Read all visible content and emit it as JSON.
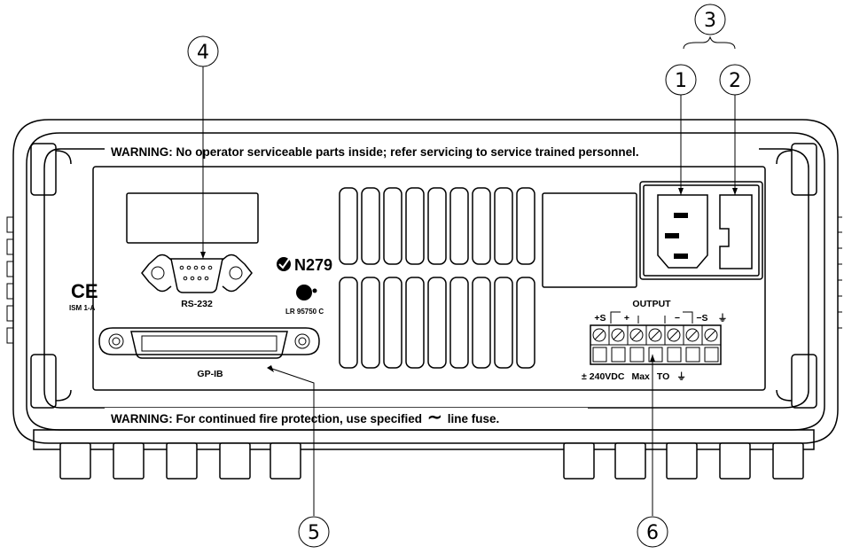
{
  "warnings": {
    "top": "WARNING: No operator serviceable parts inside; refer servicing to service trained personnel.",
    "bottom_prefix": "WARNING: For continued fire protection, use specified",
    "bottom_symbol": "∼",
    "bottom_suffix": "line fuse."
  },
  "callouts": [
    "1",
    "2",
    "3",
    "4",
    "5",
    "6"
  ],
  "ports": {
    "rs232": "RS-232",
    "gpib": "GP-IB"
  },
  "certifications": {
    "ce_mark": "CE",
    "ism": "ISM 1-A",
    "ctick_code": "N279",
    "csa_code": "LR 95750 C"
  },
  "terminals": {
    "output_label": "OUTPUT",
    "plus_sense": "+S",
    "plus": "+",
    "minus": "−",
    "minus_sense": "−S",
    "ground_symbol": "⏚",
    "rating_prefix": "±",
    "rating": "240VDC",
    "rating_max": "Max",
    "rating_to": "TO",
    "rating_ground": "⏚"
  },
  "colors": {
    "line": "#000000",
    "background": "#ffffff"
  }
}
